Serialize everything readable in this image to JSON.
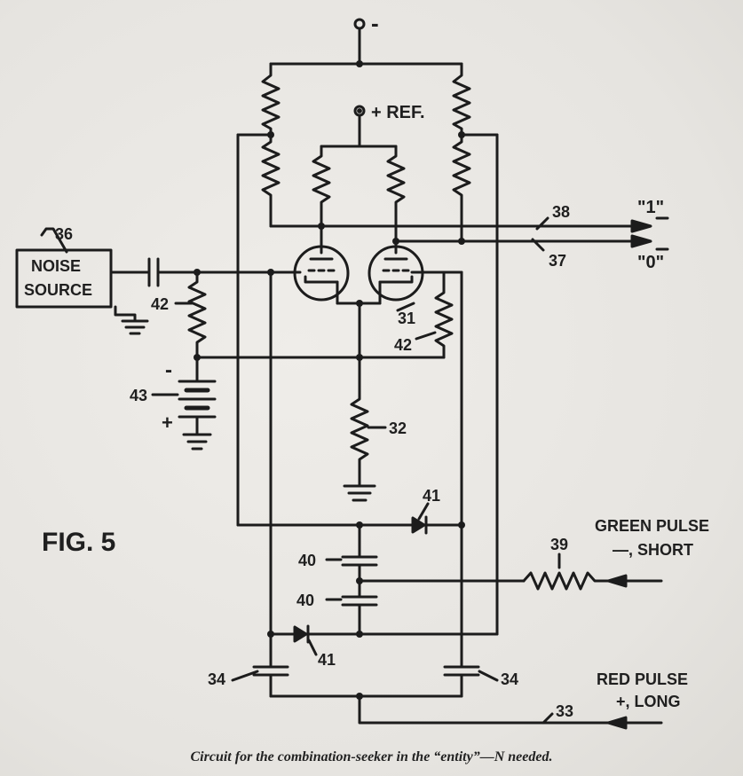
{
  "figure": {
    "title": "FIG. 5",
    "caption": "Circuit for the combination-seeker in the “entity”—N needed."
  },
  "terminals": {
    "supply_neg": "-",
    "ref": "+ REF.",
    "out_one": "\"1\"",
    "out_zero": "\"0\"",
    "green_pulse_line1": "GREEN PULSE",
    "green_pulse_line2": "—, SHORT",
    "red_pulse_line1": "RED PULSE",
    "red_pulse_line2": "+, LONG"
  },
  "blocks": {
    "noise_line1": "NOISE",
    "noise_line2": "SOURCE"
  },
  "battery": {
    "minus": "-",
    "plus": "+"
  },
  "refs": {
    "r36": "36",
    "r38": "38",
    "r37": "37",
    "r42a": "42",
    "r42b": "42",
    "r31": "31",
    "r43": "43",
    "r32": "32",
    "r41a": "41",
    "r41b": "41",
    "r39": "39",
    "r40a": "40",
    "r40b": "40",
    "r34a": "34",
    "r34b": "34",
    "r33": "33"
  }
}
